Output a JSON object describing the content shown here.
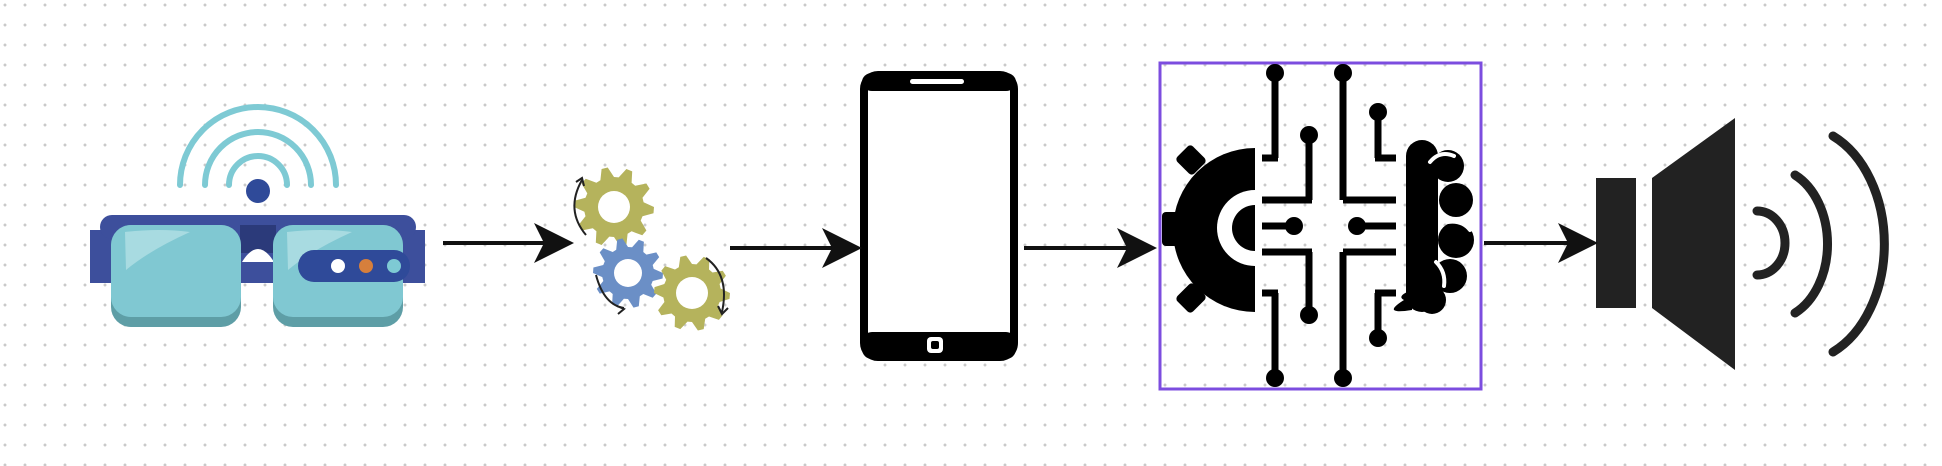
{
  "diagram": {
    "nodes": [
      {
        "id": "smart-glasses",
        "icon": "smart-glasses-wifi-icon"
      },
      {
        "id": "processing",
        "icon": "rotating-gears-icon"
      },
      {
        "id": "smartphone",
        "icon": "smartphone-icon"
      },
      {
        "id": "ai-processing",
        "icon": "ai-brain-circuit-icon",
        "selected": true
      },
      {
        "id": "audio-output",
        "icon": "speaker-sound-icon"
      }
    ],
    "edges": [
      {
        "from": "smart-glasses",
        "to": "processing"
      },
      {
        "from": "processing",
        "to": "smartphone"
      },
      {
        "from": "smartphone",
        "to": "ai-processing"
      },
      {
        "from": "ai-processing",
        "to": "audio-output"
      }
    ]
  },
  "colors": {
    "selection": "#7c4ddf",
    "glasses_frame": "#3d4f9c",
    "glasses_lens": "#80c8d2",
    "wifi": "#7ecad4",
    "gear_yellow": "#b5b35c",
    "gear_blue": "#6b8fc6",
    "dark": "#222222"
  }
}
